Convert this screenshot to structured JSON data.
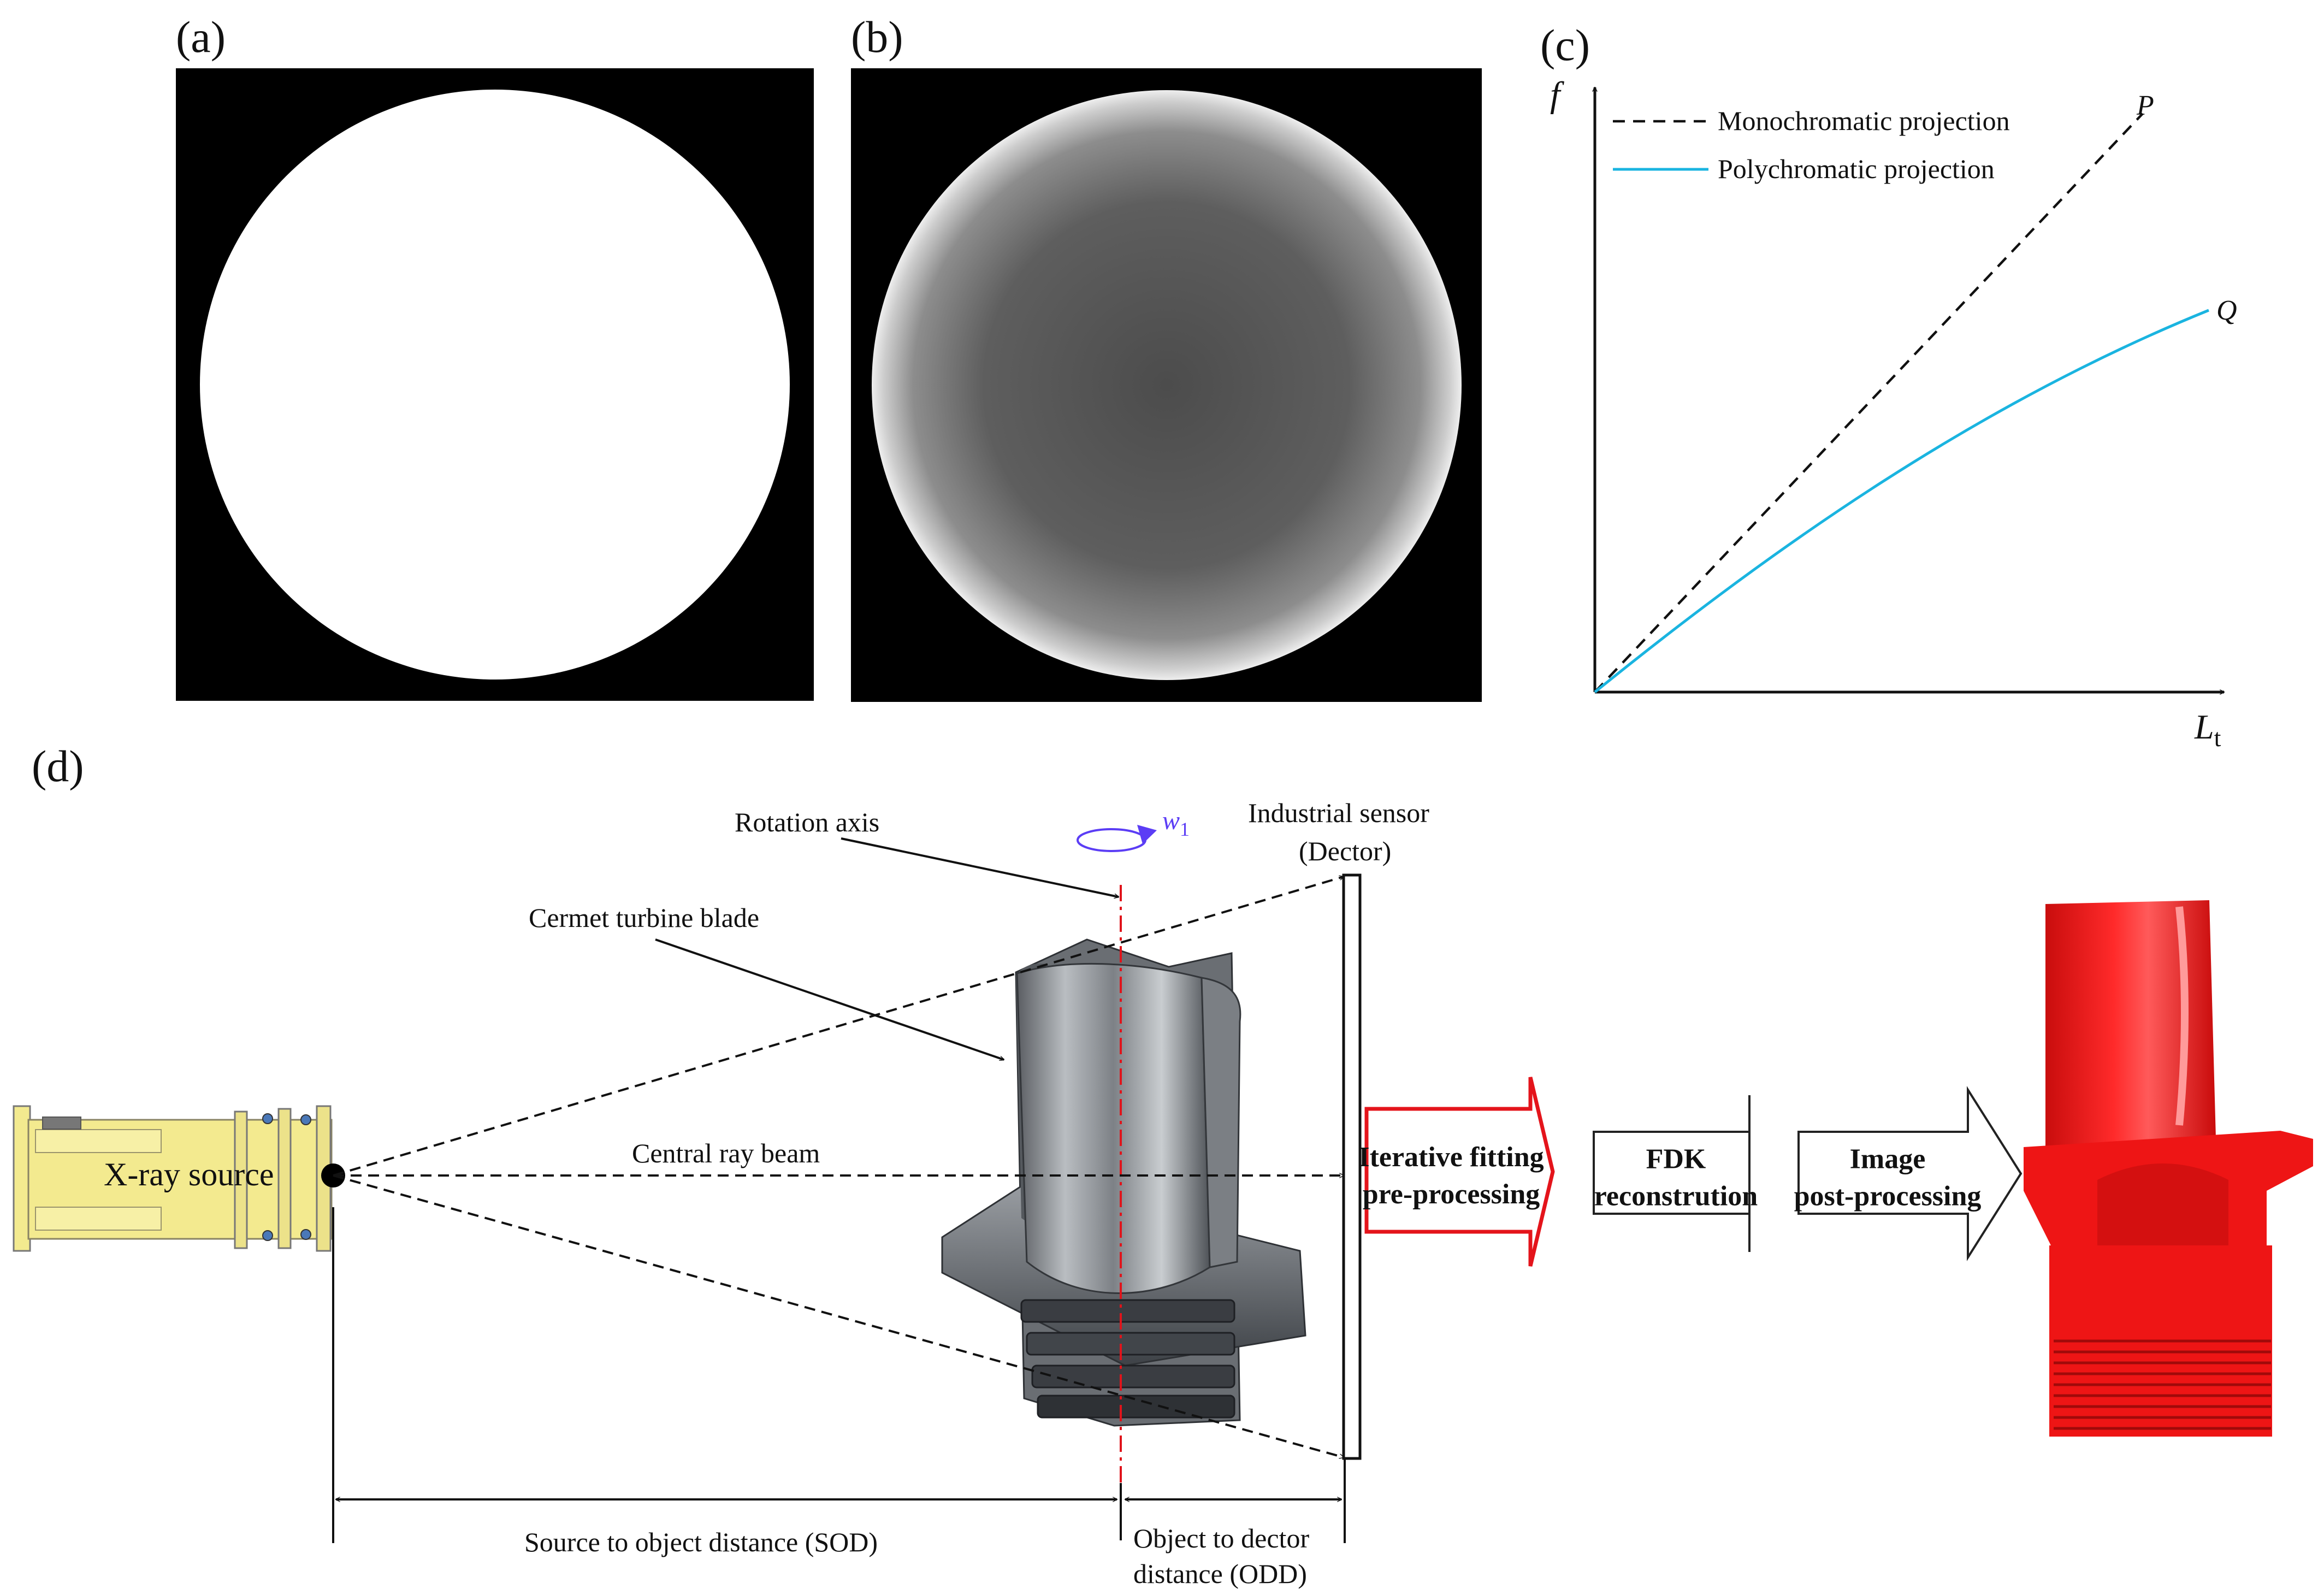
{
  "panels": {
    "a": {
      "label": "(a)"
    },
    "b": {
      "label": "(b)"
    },
    "c": {
      "label": "(c)"
    },
    "d": {
      "label": "(d)"
    }
  },
  "chart_c": {
    "y_axis_label": "f",
    "x_axis_label": "L",
    "x_axis_label_subscript": "t",
    "legend": {
      "mono": "Monochromatic projection",
      "poly": "Polychromatic projection"
    },
    "point_p": "P",
    "point_q": "Q",
    "colors": {
      "mono": "#111111",
      "poly": "#1ab4e0"
    }
  },
  "chart_data": {
    "type": "line",
    "xlabel": "Lt",
    "ylabel": "f",
    "series": [
      {
        "name": "Monochromatic projection",
        "style": "dashed",
        "end_label": "P",
        "trend": "linear"
      },
      {
        "name": "Polychromatic projection",
        "style": "solid",
        "end_label": "Q",
        "trend": "concave, below linear"
      }
    ]
  },
  "diagram": {
    "source_label": "X-ray source",
    "rotation_axis": "Rotation axis",
    "omega": "w",
    "omega_sub": "1",
    "sensor_line1": "Industrial sensor",
    "sensor_line2": "(Dector)",
    "blade_label": "Cermet turbine blade",
    "central_ray": "Central ray beam",
    "sod": "Source to object distance (SOD)",
    "odd_line1": "Object to dector",
    "odd_line2": "distance (ODD)",
    "steps": [
      {
        "line1": "Iterative fitting",
        "line2": "pre-processing"
      },
      {
        "line1": "FDK",
        "line2": "reconstrution"
      },
      {
        "line1": "Image",
        "line2": "post-processing"
      }
    ],
    "colors": {
      "highlight_arrow": "#e4141b",
      "axis": "#e0141b",
      "omega": "#5b3df5",
      "result": "#ee1515",
      "source_body": "#f3ea8f"
    }
  }
}
